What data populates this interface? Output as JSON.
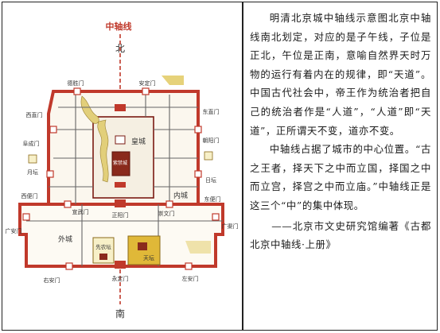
{
  "map": {
    "title": "中轴线",
    "north": "北",
    "south": "南",
    "labels": {
      "deshengmen": "德胜门",
      "andingmen": "安定门",
      "xizhimen": "西直门",
      "dongzhimen": "东直门",
      "fuchengmen": "阜成门",
      "chaoyangmen": "朝阳门",
      "huangcheng": "皇城",
      "zijincheng": "紫禁城",
      "yuetan": "月坛",
      "ritan": "日坛",
      "neicheng": "内城",
      "xibianmen": "西便门",
      "xuanwumen": "宣武门",
      "zhengyangmen": "正阳门",
      "chongwenmen": "崇文门",
      "dongbianmen": "东便门",
      "guanganmen": "广安门",
      "guangqumen": "广渠门",
      "waicheng": "外城",
      "xiannongtan": "先农坛",
      "tiantan": "天坛",
      "youanmen": "右安门",
      "yongdingmen": "永定门",
      "zuoanmen": "左安门"
    },
    "colors": {
      "wall": "#c0392b",
      "axis": "#c0392b",
      "road": "#555555",
      "palace": "#7a1a12",
      "temple": "#c9a227",
      "label": "#333333"
    }
  },
  "text": {
    "p1": "明清北京城中轴线示意图北京中轴线南北划定，对应的是子午线，子位是正北，午位是正南，意喻自然界天时万物的运行有着内在的规律，即“天道”。中国古代社会中，帝王作为统治者把自己的统治者作是“人道”，“人道”即“天道”，正所谓天不变，道亦不变。",
    "p2": "中轴线占据了城市的中心位置。“古之王者，择天下之中而立国，择国之中而立宫，择宫之中而立庙。”中轴线正是这三个“中”的集中体现。",
    "source": "——北京市文史研究馆编著《古都北京中轴线·上册》"
  }
}
